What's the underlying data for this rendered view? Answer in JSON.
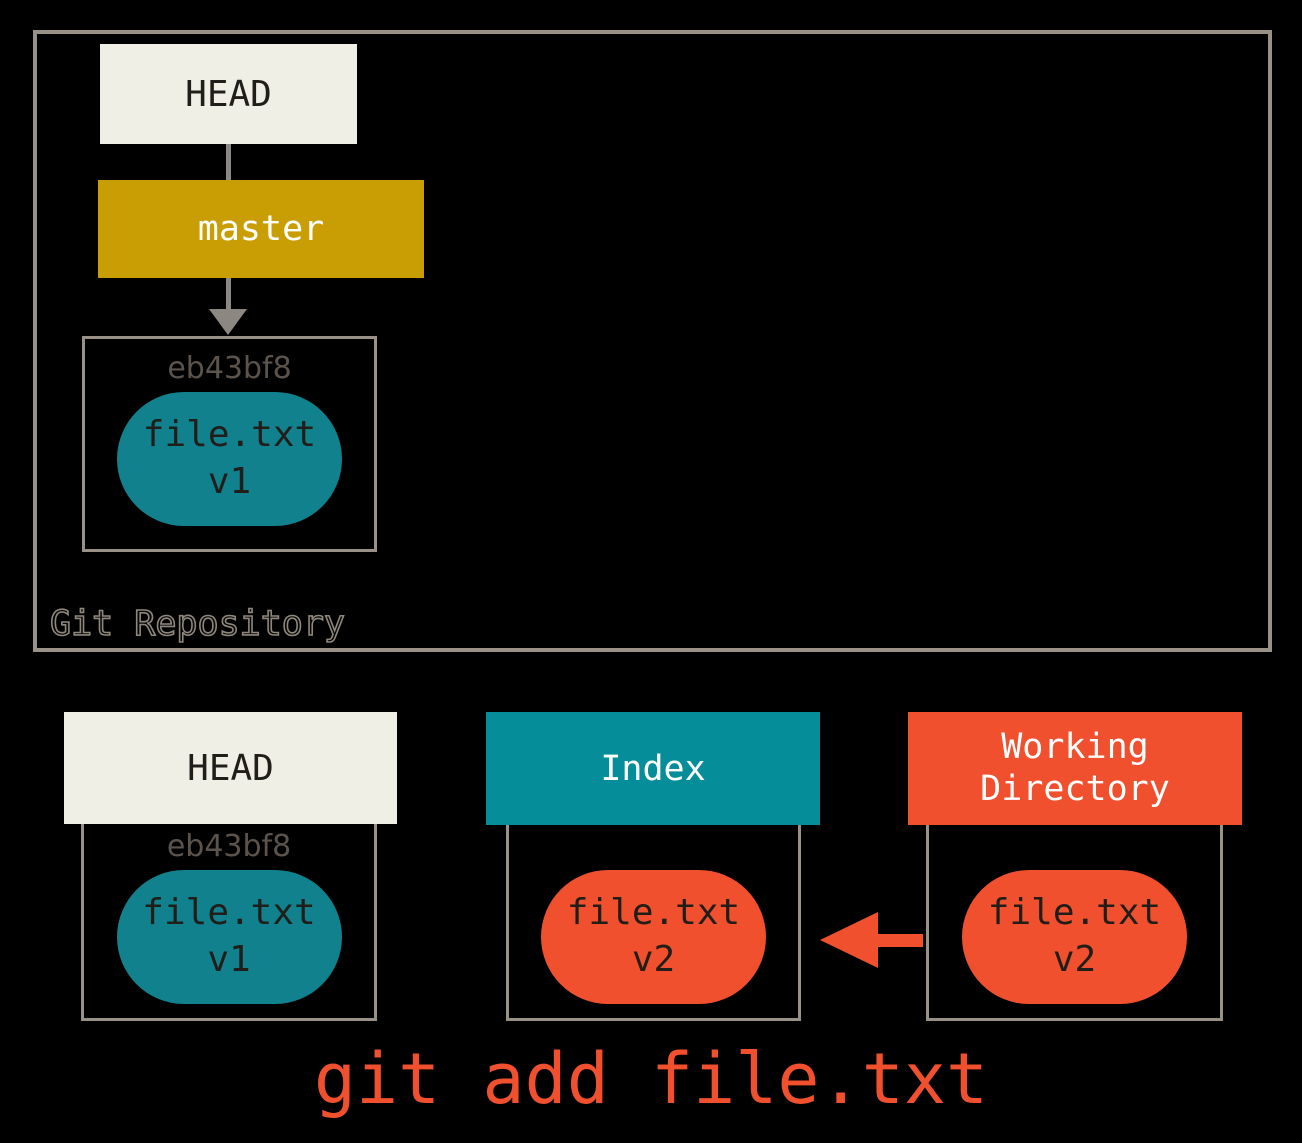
{
  "repository": {
    "label": "Git Repository",
    "head": {
      "label": "HEAD"
    },
    "branch": {
      "label": "master"
    },
    "commit": {
      "hash": "eb43bf8",
      "blob": {
        "file": "file.txt",
        "version": "v1"
      }
    }
  },
  "columns": [
    {
      "header": "HEAD",
      "hash": "eb43bf8",
      "blob": {
        "file": "file.txt",
        "version": "v1"
      }
    },
    {
      "header": "Index",
      "blob": {
        "file": "file.txt",
        "version": "v2"
      }
    },
    {
      "header": "Working Directory",
      "blob": {
        "file": "file.txt",
        "version": "v2"
      }
    }
  ],
  "caption": "git add file.txt",
  "colors": {
    "background": "#000000",
    "cream": "#f0efe6",
    "gold": "#c99e05",
    "teal_header": "#058e99",
    "teal_blob": "#10818d",
    "orange": "#f0502e",
    "border_gray": "#9a9186",
    "line_gray": "#8d8781",
    "text_dark": "#211e1a",
    "hash_gray": "#5b534c"
  }
}
